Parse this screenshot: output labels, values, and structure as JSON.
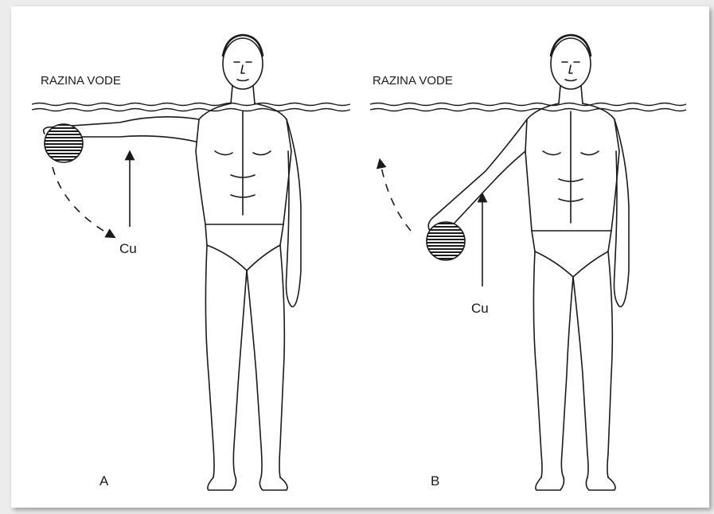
{
  "panels": [
    {
      "id": "A",
      "water_label": "RAZINA VODE",
      "force_label": "Cu",
      "panel_letter": "A"
    },
    {
      "id": "B",
      "water_label": "RAZINA VODE",
      "force_label": "Cu",
      "panel_letter": "B"
    }
  ],
  "colors": {
    "ink": "#1a1a1a",
    "paper": "#ffffff",
    "background": "#ececec"
  }
}
